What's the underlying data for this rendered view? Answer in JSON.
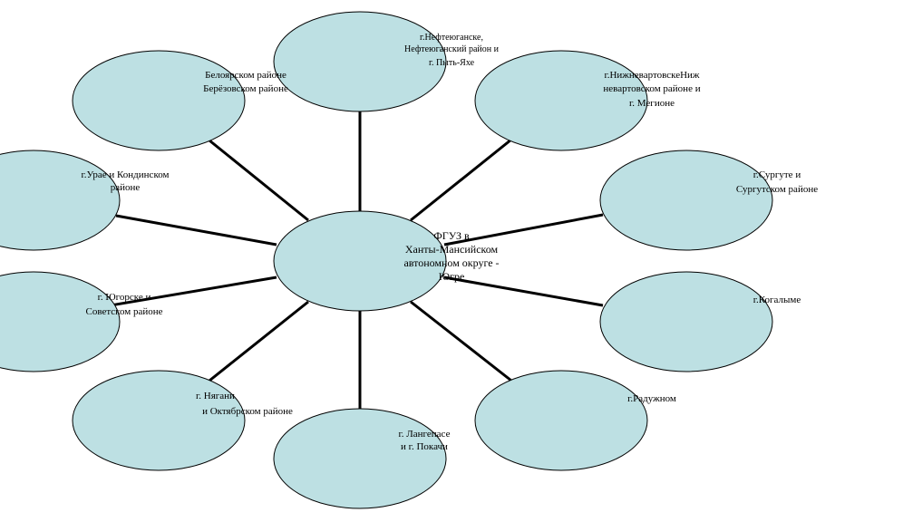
{
  "colors": {
    "node_fill": "#bde0e3",
    "node_stroke": "#000000",
    "connector": "#000000"
  },
  "center": {
    "lines": [
      "ФГУЗ в",
      "Ханты-Мансийском",
      "автономном округе -",
      "Югре"
    ]
  },
  "nodes": [
    {
      "id": "nefteyugansk",
      "lines": [
        "г.Нефтеюганске,",
        "Нефтеюганский район и",
        "г. Пыть-Яхе"
      ]
    },
    {
      "id": "nizhnevartovsk",
      "lines": [
        "г.НижневартовскеНиж",
        "невартовском районе и",
        "г. Мегионе"
      ]
    },
    {
      "id": "surgut",
      "lines": [
        "г.Сургуте и",
        "Сургутском районе"
      ]
    },
    {
      "id": "kogalym",
      "lines": [
        "г.Когалыме"
      ]
    },
    {
      "id": "raduzhny",
      "lines": [
        "г.Радужном"
      ]
    },
    {
      "id": "langepas",
      "lines": [
        "г. Лангепасе",
        "и г. Покачи"
      ]
    },
    {
      "id": "nyagan",
      "lines": [
        "г. Нягани",
        "и Октябрском районе"
      ]
    },
    {
      "id": "yugorsk",
      "lines": [
        "г. Югорске и",
        "Советском районе"
      ]
    },
    {
      "id": "uray",
      "lines": [
        "г.Урае и Кондинском",
        "районе"
      ]
    },
    {
      "id": "beloyarsky",
      "lines": [
        "Белоярском районе",
        "Берёзовском районе"
      ]
    }
  ]
}
